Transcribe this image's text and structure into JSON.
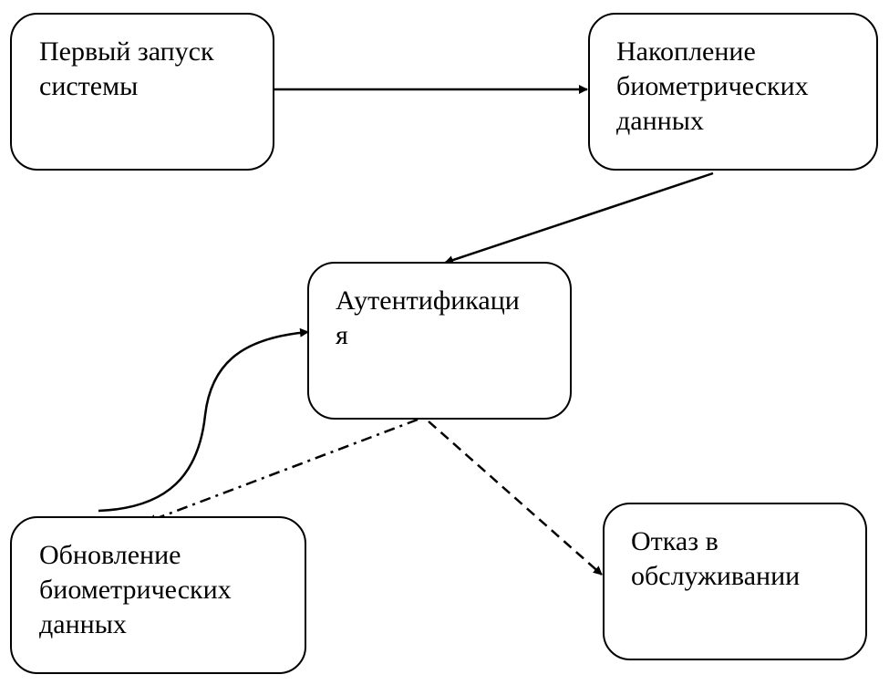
{
  "nodes": {
    "first_launch": "Первый запуск\nсистемы",
    "accumulation": "Накопление\nбиометрических\nданных",
    "authentication": "Аутентификаци\nя",
    "update": "Обновление\nбиометрических\nданных",
    "denial": "Отказ в\nобслуживании"
  },
  "colors": {
    "stroke": "#000000",
    "background": "#ffffff"
  }
}
